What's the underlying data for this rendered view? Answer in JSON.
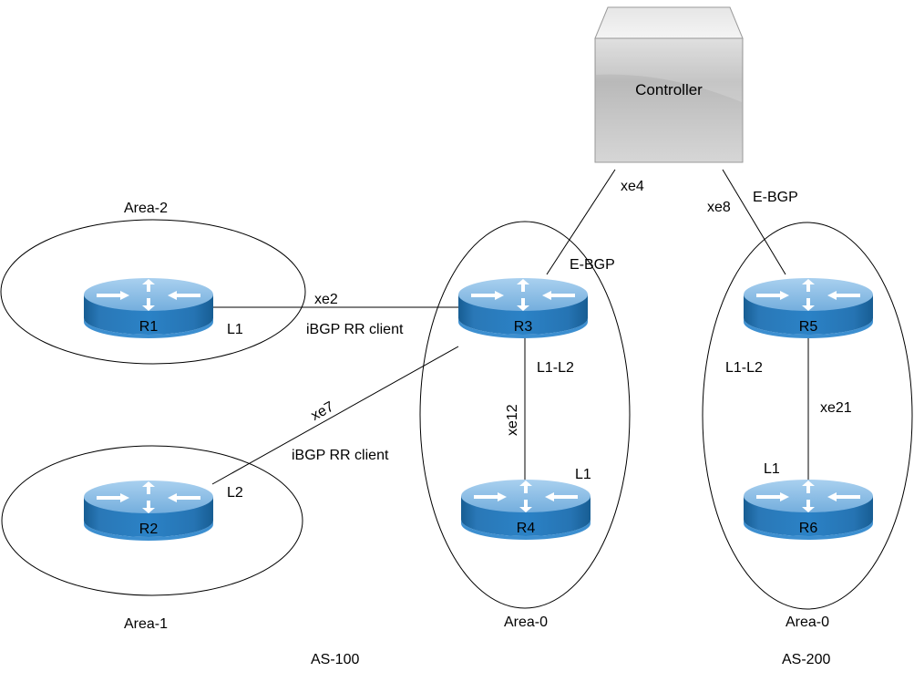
{
  "controller": {
    "label": "Controller"
  },
  "routers": [
    {
      "id": "R1",
      "label": "R1"
    },
    {
      "id": "R2",
      "label": "R2"
    },
    {
      "id": "R3",
      "label": "R3"
    },
    {
      "id": "R4",
      "label": "R4"
    },
    {
      "id": "R5",
      "label": "R5"
    },
    {
      "id": "R6",
      "label": "R6"
    }
  ],
  "areas": {
    "area2": "Area-2",
    "area1": "Area-1",
    "area0_as100": "Area-0",
    "area0_as200": "Area-0"
  },
  "autonomous_systems": {
    "as100": "AS-100",
    "as200": "AS-200"
  },
  "links": {
    "r1_r3": {
      "interface": "xe2",
      "session": "iBGP RR client",
      "level": "L1"
    },
    "r2_r3": {
      "interface": "xe7",
      "session": "iBGP RR client",
      "level": "L2"
    },
    "controller_r3": {
      "interface": "xe4",
      "session": "E-BGP"
    },
    "controller_r5": {
      "interface": "xe8",
      "session": "E-BGP"
    },
    "r3_r4": {
      "interface": "xe12",
      "level_r3": "L1-L2",
      "level_r4": "L1"
    },
    "r5_r6": {
      "interface": "xe21",
      "level_r5": "L1-L2",
      "level_r6": "L1"
    }
  },
  "colors": {
    "router_body": "#1f6fad",
    "router_top": "#8fc0e6",
    "controller_face": "#c8c8c8",
    "line": "#000000"
  }
}
